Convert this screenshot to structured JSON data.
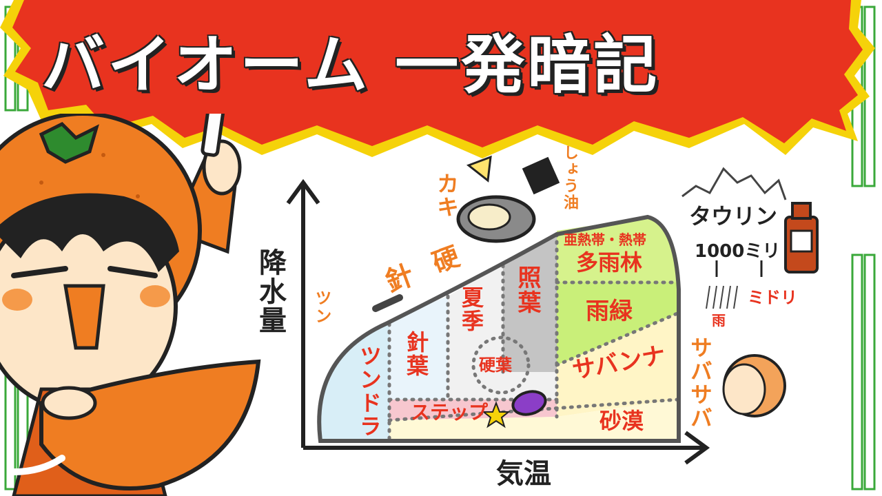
{
  "title": "バイオーム 一発暗記",
  "axes": {
    "y_label": "降水量",
    "x_label": "気温"
  },
  "biomes": {
    "tundra": "ツンドラ",
    "conifer": "針葉",
    "summer_green": "夏季",
    "shining_leaf": "照葉",
    "sclerophyll": "硬葉",
    "steppe": "ステップ",
    "tropical_rainforest_sub": "亜熱帯・熱帯",
    "tropical_rainforest": "多雨林",
    "rain_green": "雨緑",
    "savanna": "サバンナ",
    "desert": "砂漠"
  },
  "annotations": {
    "tsun": "ツン",
    "needle": "針",
    "kaki": "カキ",
    "hard": "硬",
    "soy_sauce": "しょう油",
    "taurine": "タウリン",
    "milli": "1000ミリ",
    "midori": "ミドリ",
    "rain": "雨",
    "sabasaba": "サバサバ"
  },
  "colors": {
    "title_bg": "#e8331f",
    "title_border": "#f5d20a",
    "tundra": "#d8eef7",
    "conifer": "#e9f4fb",
    "summer_green": "#f1f1f1",
    "shining_leaf": "#c4c4c4",
    "steppe": "#f7c7cf",
    "tropical": "#d6f28c",
    "rain_green": "#c9ef79",
    "savanna": "#fff5c6",
    "desert": "#fff9d6",
    "label_red": "#e8331f",
    "accent_orange": "#ef7d22"
  }
}
